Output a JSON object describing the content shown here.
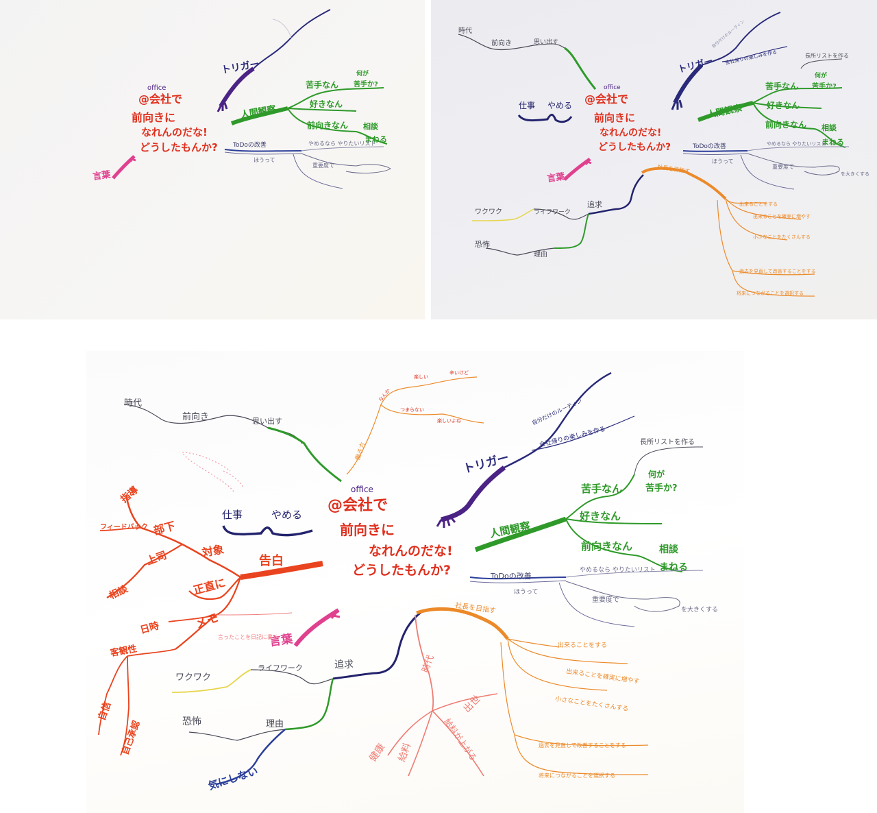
{
  "palette": {
    "red": "#e0301e",
    "orange_red": "#e9441f",
    "navy": "#23236e",
    "purple": "#4b2385",
    "green": "#2f9a2a",
    "orange": "#ec8a2a",
    "pink": "#e0418f",
    "salmon": "#ee7d74",
    "blue": "#2c3f9a",
    "gray": "#4a4a58",
    "yellow": "#e6d54a"
  },
  "panel_a": {
    "center": {
      "office": "office",
      "line1": "@会社で",
      "line2": "前向きに",
      "line3": "なれんのだな!",
      "line4": "どうしたもんか?"
    },
    "trigger": "トリガー",
    "human": "人間観察",
    "nigate": "苦手なん",
    "nanigaa": "何が",
    "nigateka": "苦手か?",
    "suki": "好きなん",
    "maemuki": "前向きなん",
    "soudan": "相談",
    "manene": "まねる",
    "todo": "ToDoの改善",
    "hourete": "ほうって",
    "yameru": "やめるなら やりたいリスト",
    "shippitsu": "重要度で",
    "kotoba": "言葉"
  },
  "panel_b": {
    "center": {
      "office": "office",
      "line1": "@会社で",
      "line2": "前向きに",
      "line3": "なれんのだな!",
      "line4": "どうしたもんか?"
    },
    "jidai": "時代",
    "mukashi": "前向き",
    "omoidasu": "思い出す",
    "shigoto": "仕事",
    "yameru": "やめる",
    "trigger": "トリガー",
    "kaisha": "会社帰りの楽しみを作る",
    "top_twig": "自分だけのルーティン",
    "chosho": "長所リストを作る",
    "human": "人間観察",
    "nigate": "苦手なん",
    "nanigaa": "何が",
    "nigateka": "苦手か?",
    "suki": "好きなん",
    "maemuki": "前向きなん",
    "soudan": "相談",
    "manene": "まねる",
    "todo": "ToDoの改善",
    "hourete": "ほうって",
    "yameru2": "やめるなら やりたいリスト",
    "shippitsu": "重要度で",
    "ookiku": "を大きくする",
    "kotoba": "言葉",
    "shacho": "社長を目指す",
    "dekiru": "出来ることをする",
    "dekiru2": "出来ることを確実に増やす",
    "chiisana": "小さなことをたくさんする",
    "kako": "過去を見直して改善することをする",
    "shorai": "将来につながることを選択する",
    "waku": "ワクワク",
    "life": "ライフワーク",
    "tsuikyu": "追求",
    "kyofu": "恐怖",
    "riyu": "理由"
  },
  "panel_c": {
    "center": {
      "office": "office",
      "line1": "@会社で",
      "line2": "前向きに",
      "line3": "なれんのだな!",
      "line4": "どうしたもんか?"
    },
    "jidai": "時代",
    "mukashi": "前向き",
    "omoidasu": "思い出す",
    "shigoto": "仕事",
    "yameru": "やめる",
    "hatarakikata": "働き方",
    "tanoshii": "楽しい",
    "nanka": "なんか",
    "tsumaranai": "つまらない",
    "tanoshii2": "楽しいよね",
    "tsuraii": "辛いけど",
    "trigger": "トリガー",
    "kaisha": "会社帰りの楽しみを作る",
    "top_twig": "自分だけのルーティン",
    "chosho": "長所リストを作る",
    "human": "人間観察",
    "nigate": "苦手なん",
    "nanigaa": "何が",
    "nigateka": "苦手か?",
    "suki": "好きなん",
    "maemuki": "前向きなん",
    "soudan": "相談",
    "manene": "まねる",
    "todo": "ToDoの改善",
    "hourete": "ほうって",
    "yameru2": "やめるなら やりたいリスト",
    "shippitsu": "重要度で",
    "ookiku": "を大きくする",
    "kotoba": "言葉",
    "shacho": "社長を目指す",
    "dekiru": "出来ることをする",
    "dekiru2": "出来ることを確実に増やす",
    "chiisana": "小さなことをたくさんする",
    "kako": "過去を見直して改善することをする",
    "shorai": "将来につながることを選択する",
    "waku": "ワクワク",
    "life": "ライフワーク",
    "tsuikyu": "追求",
    "kyofu": "恐怖",
    "riyu": "理由",
    "kinishinai": "気にしない",
    "kokuhaku": "告白",
    "taisho": "対象",
    "buka": "部下",
    "jigyo": "指導",
    "feedback": "フィードバック",
    "joshi": "上司",
    "soudan2": "相談",
    "shojiki": "正直に",
    "memo": "メモ",
    "nichiji": "日時",
    "kotoba2": "言ったことを日記に書く",
    "kousei": "客観性",
    "jishin": "自信",
    "jiko": "自己承認",
    "jidai2": "時代",
    "shusse": "出世",
    "kyuryo": "給料",
    "kenkou": "健康",
    "kyuuyo": "給料が上がる"
  }
}
